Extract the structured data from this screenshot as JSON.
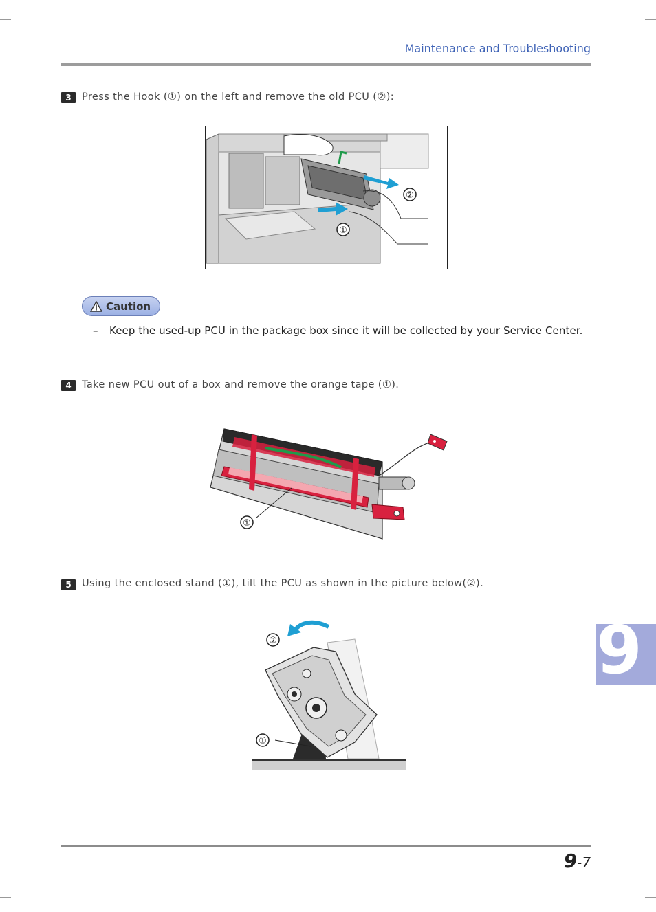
{
  "header": {
    "title": "Maintenance and Troubleshooting"
  },
  "steps": [
    {
      "number": "3",
      "text": "Press the Hook (①) on the left and remove the old PCU (②):"
    },
    {
      "number": "4",
      "text": "Take new PCU out of a box and remove the orange tape (①)."
    },
    {
      "number": "5",
      "text": "Using the enclosed stand (①), tilt the PCU as shown in the picture below(②)."
    }
  ],
  "caution": {
    "label": "Caution",
    "dash": "–",
    "text": "Keep the used-up PCU in the package box since it will be collected by your Service Center."
  },
  "figures": {
    "fig1": {
      "callouts": [
        "②",
        "①"
      ]
    },
    "fig2": {
      "callouts": [
        "①"
      ]
    },
    "fig3": {
      "callouts": [
        "②",
        "①"
      ]
    }
  },
  "chapter_tab": {
    "number": "9"
  },
  "footer": {
    "page_major": "9",
    "page_minor": "-7"
  },
  "colors": {
    "accent": "#3f63b6",
    "tab": "#a3aadb",
    "arrow": "#1f9fd3",
    "tape": "#d8213f"
  }
}
